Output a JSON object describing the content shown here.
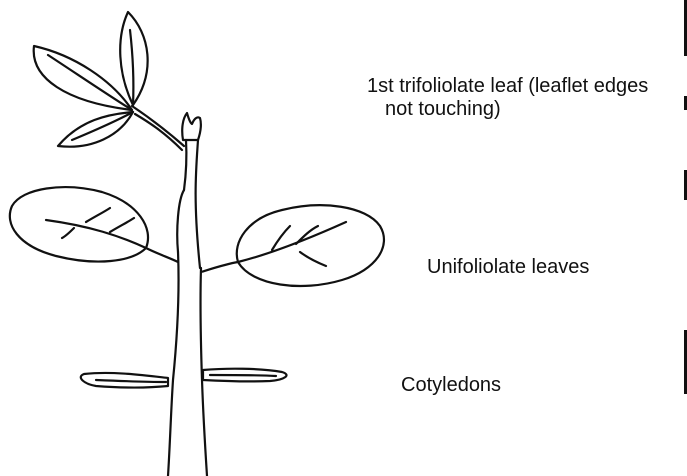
{
  "labels": {
    "trifoliate_line1": "1st trifoliolate leaf (leaflet edges",
    "trifoliate_line2": "not touching)",
    "unifoliolate": "Unifoliolate leaves",
    "cotyledons": "Cotyledons"
  },
  "colors": {
    "ink": "#111111",
    "background": "#ffffff"
  }
}
